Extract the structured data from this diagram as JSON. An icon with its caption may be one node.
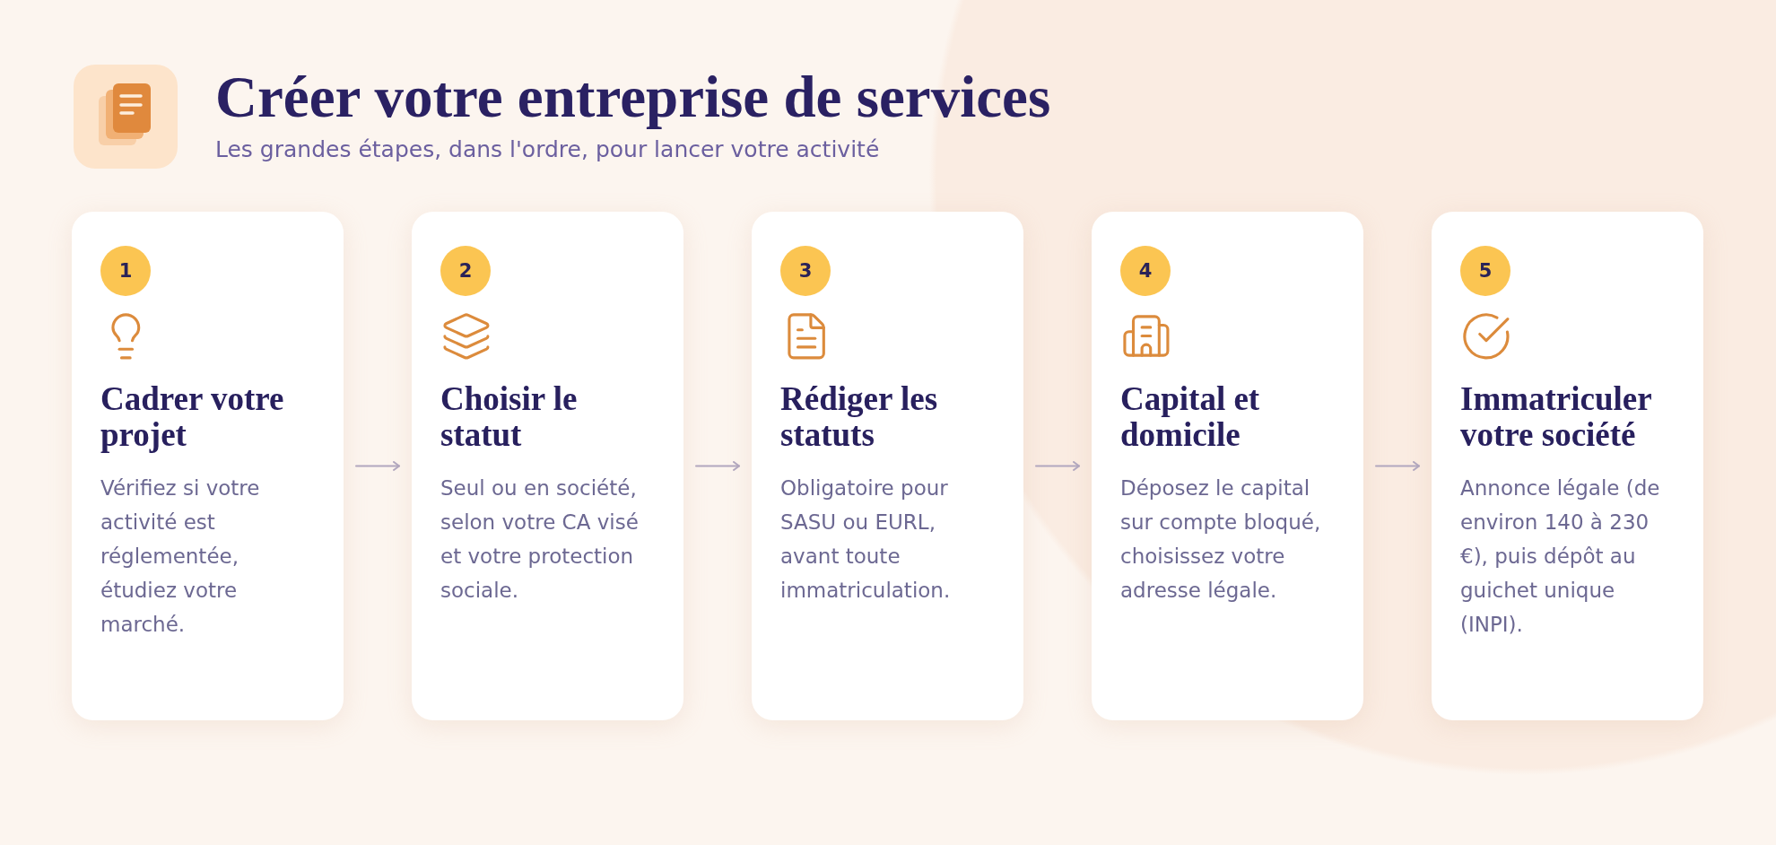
{
  "diagram": {
    "title": "Créer votre entreprise de services",
    "nodes": [
      {
        "text": [
          "1",
          "Cadrer votre projet",
          "Vérifiez si votre activité est réglementée, étudiez votre marché."
        ]
      },
      {
        "text": [
          "2",
          "Choisir le statut",
          "Seul ou en société, selon votre CA visé et votre protection sociale."
        ]
      },
      {
        "text": [
          "3",
          "Rédiger les statuts",
          "Obligatoire pour SASU ou EURL, avant toute immatriculation."
        ]
      },
      {
        "text": [
          "4",
          "Capital et domicile",
          "Déposez le capital sur compte bloqué, choisissez votre adresse légale."
        ]
      },
      {
        "text": [
          "5",
          "Immatriculer votre société",
          "Annonce légale (de environ 140 à 230 €), puis dépôt au guichet unique (INPI)."
        ]
      }
    ],
    "edges": [
      {
        "from": 0,
        "to": 1,
        "arrow": "to"
      },
      {
        "from": 1,
        "to": 2,
        "arrow": "to"
      },
      {
        "from": 2,
        "to": 3,
        "arrow": "to"
      },
      {
        "from": 3,
        "to": 4,
        "arrow": "to"
      }
    ],
    "labels": [
      "Les grandes étapes, dans l'ordre, pour lancer votre activité"
    ]
  }
}
